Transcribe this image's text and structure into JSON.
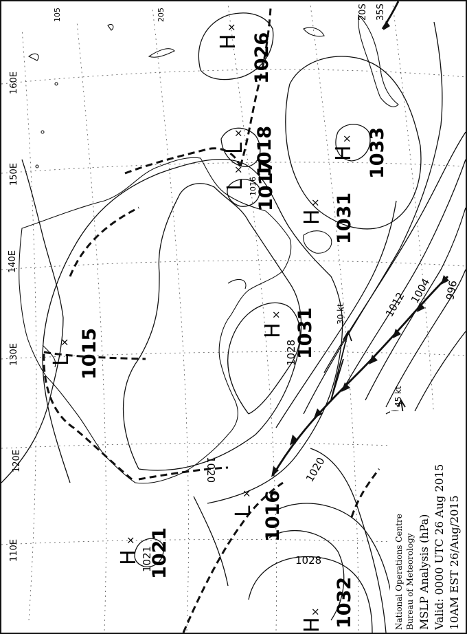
{
  "info": {
    "centre": "National Operations Centre",
    "bureau": "Bureau of Meteorology",
    "title": "MSLP Analysis (hPa)",
    "valid": "Valid: 0000 UTC 26 Aug 2015",
    "local": "10AM EST 26/Aug/2015"
  },
  "longitudes": [
    "110E",
    "120E",
    "130E",
    "140E",
    "150E",
    "160E"
  ],
  "latitudes": [
    "20S",
    "35S"
  ],
  "grid_values": [
    "105",
    "205"
  ],
  "pressure_systems": [
    {
      "type": "H",
      "value": "1021",
      "small": "1021"
    },
    {
      "type": "L",
      "value": "1016",
      "small": ""
    },
    {
      "type": "L",
      "value": "1015",
      "small": ""
    },
    {
      "type": "H",
      "value": "1031",
      "small": "1028"
    },
    {
      "type": "H",
      "value": "1031",
      "small": ""
    },
    {
      "type": "L",
      "value": "1017",
      "small": "1016"
    },
    {
      "type": "L",
      "value": "1018",
      "small": ""
    },
    {
      "type": "H",
      "value": "1026",
      "small": ""
    },
    {
      "type": "H",
      "value": "1033",
      "small": ""
    },
    {
      "type": "H",
      "value": "1032",
      "small": ""
    }
  ],
  "isobar_labels": [
    "1020",
    "1020",
    "1028",
    "1012",
    "1004",
    "996"
  ],
  "wind_labels": [
    "30 kt",
    "45 kt"
  ]
}
